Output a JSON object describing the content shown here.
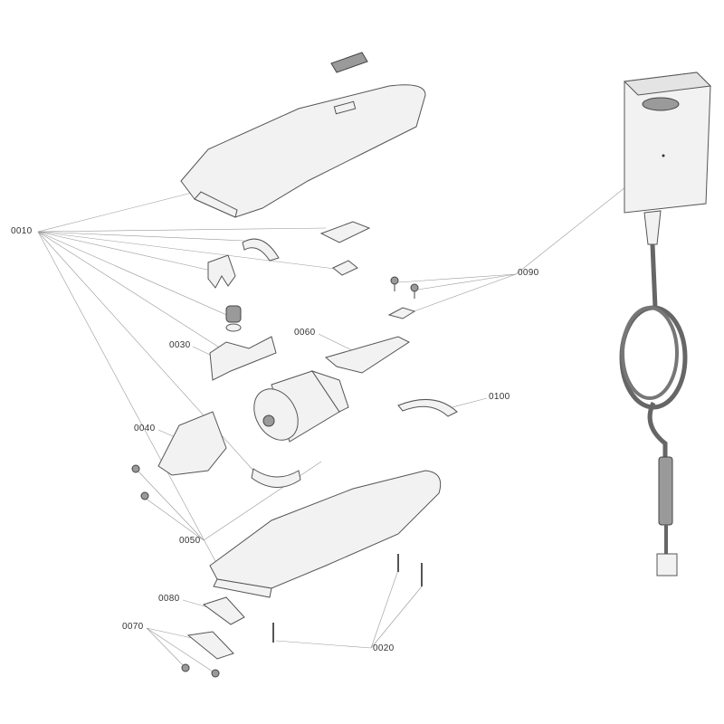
{
  "diagram": {
    "labels": {
      "p0010": "0010",
      "p0020": "0020",
      "p0030": "0030",
      "p0040": "0040",
      "p0050": "0050",
      "p0060": "0060",
      "p0070": "0070",
      "p0080": "0080",
      "p0090": "0090",
      "p0100": "0100"
    }
  }
}
